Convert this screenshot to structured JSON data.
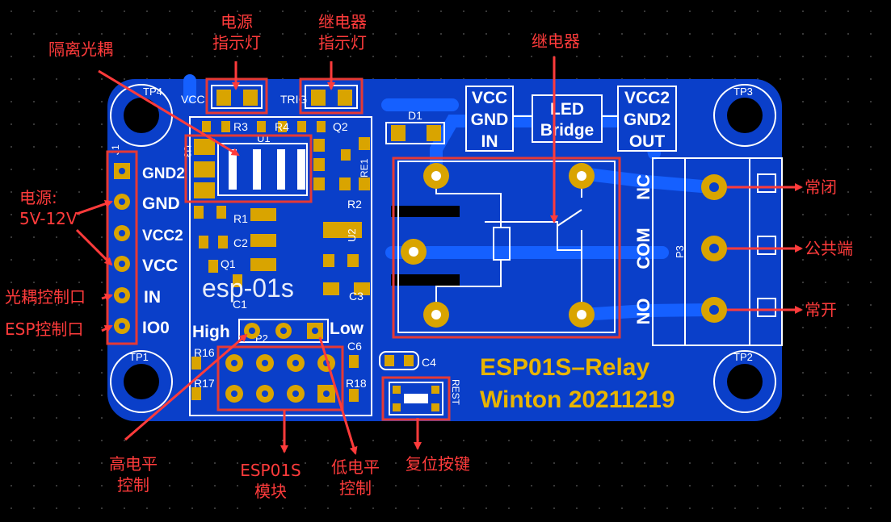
{
  "colors": {
    "background": "#000000",
    "board": "#0a3fc9",
    "board_dark": "#0634a8",
    "trace": "#1560ff",
    "silkscreen": "#ffffff",
    "pad": "#d9a400",
    "title_text": "#e8b400",
    "annotation": "#ff3b3b"
  },
  "board": {
    "title_line1": "ESP01S–Relay",
    "title_line2": "Winton  20211219",
    "testpoints": [
      "TP4",
      "TP3",
      "TP1",
      "TP2"
    ],
    "header_pins": [
      "GND2",
      "GND",
      "VCC2",
      "VCC",
      "IN",
      "IO0"
    ],
    "header_ref": "J1",
    "vcc_box": [
      "VCC",
      "GND",
      "IN"
    ],
    "led_bridge": [
      "LED",
      "Bridge"
    ],
    "out_box": [
      "VCC2",
      "GND2",
      "OUT"
    ],
    "terminal_labels": [
      "NC",
      "COM",
      "NO"
    ],
    "terminal_ref": "P3",
    "refs": {
      "vcc": "VCC",
      "trig": "TRIG",
      "r3": "R3",
      "r4": "R4",
      "q2": "Q2",
      "u3": "U3",
      "u1": "U1",
      "d1": "D1",
      "re1": "RE1",
      "r1": "R1",
      "r2": "R2",
      "c2": "C2",
      "c1": "C1",
      "u2": "U2",
      "q1": "Q1",
      "c3": "C3",
      "p2": "P2",
      "r16": "R16",
      "r17": "R17",
      "c6": "C6",
      "c4": "C4",
      "r18": "R18",
      "rest": "REST"
    },
    "esp_silk": "esp-01s",
    "high_label": "High",
    "low_label": "Low"
  },
  "annotations": {
    "power_indicator": [
      "电源",
      "指示灯"
    ],
    "relay_indicator": [
      "继电器",
      "指示灯"
    ],
    "optocoupler": "隔离光耦",
    "relay": "继电器",
    "power_supply": [
      "电源:",
      "5V-12V"
    ],
    "opto_control": "光耦控制口",
    "esp_control": "ESP控制口",
    "normally_closed": "常闭",
    "common": "公共端",
    "normally_open": "常开",
    "high_level": [
      "高电平",
      "控制"
    ],
    "esp_module": [
      "ESP01S",
      "模块"
    ],
    "low_level": [
      "低电平",
      "控制"
    ],
    "reset_button": "复位按键"
  }
}
